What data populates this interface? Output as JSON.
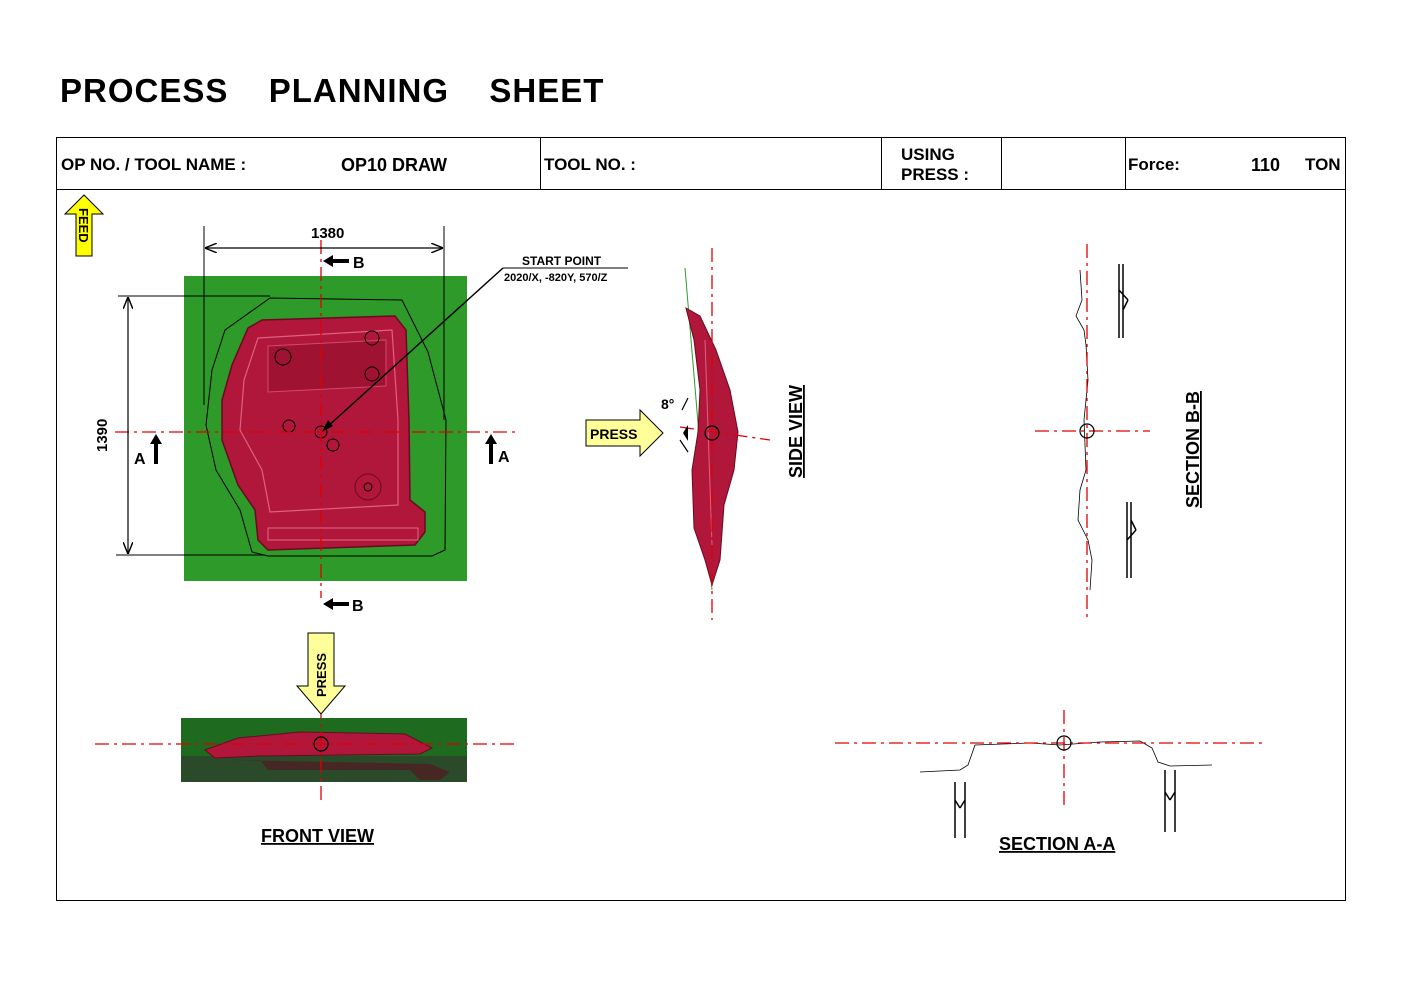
{
  "title": "PROCESS  PLANNING  SHEET",
  "header": {
    "op_label": "OP NO. / TOOL NAME :",
    "op_value": "OP10 DRAW",
    "tool_no_label": "TOOL NO. :",
    "tool_no_value": "",
    "using_press_line1": "USING",
    "using_press_line2": "PRESS :",
    "using_press_value": "",
    "force_label": "Force:",
    "force_value": "110",
    "force_unit": "TON"
  },
  "drawing": {
    "feed_label": "FEED",
    "width_dim": "1380",
    "height_dim": "1390",
    "section_b_marker": "B",
    "section_a_marker": "A",
    "start_point_label": "START POINT",
    "start_point_coords": "2020/X, -820Y, 570/Z",
    "press_label": "PRESS",
    "angle_label": "8°",
    "side_view_label": "SIDE  VIEW",
    "section_bb_label": "SECTION B-B",
    "front_view_label": "FRONT VIEW",
    "section_aa_label": "SECTION A-A"
  },
  "colors": {
    "die_green": "#2e9a2a",
    "part_red": "#b0173a",
    "centerline_red": "#e00000",
    "arrow_yellow": "#ffff99"
  }
}
